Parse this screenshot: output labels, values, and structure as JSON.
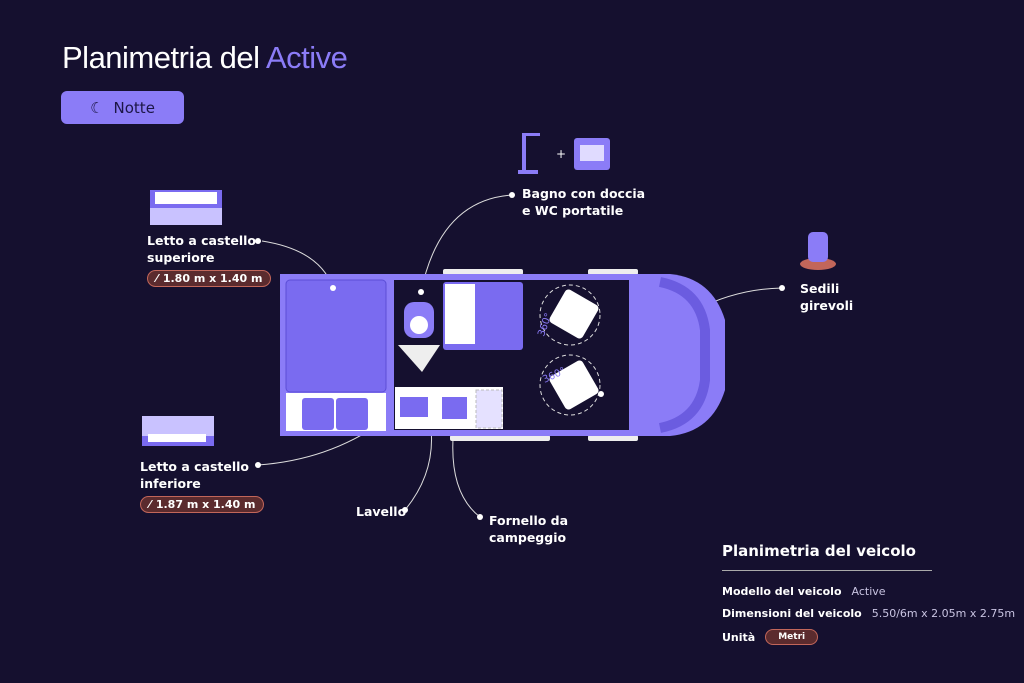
{
  "title": {
    "prefix": "Planimetria del",
    "model": "Active"
  },
  "mode_button": {
    "label": "Notte",
    "icon": "moon-icon"
  },
  "callouts": {
    "upper_bunk": {
      "label_1": "Letto a castello",
      "label_2": "superiore",
      "dimension": "1.80 m x 1.40 m"
    },
    "lower_bunk": {
      "label_1": "Letto a castello",
      "label_2": "inferiore",
      "dimension": "1.87 m x 1.40 m"
    },
    "bathroom": {
      "label_1": "Bagno con doccia",
      "label_2": "e WC portatile",
      "plus": "+"
    },
    "seats": {
      "label_1": "Sedili",
      "label_2": "girevoli"
    },
    "sink": {
      "label": "Lavello"
    },
    "stove": {
      "label_1": "Fornello da",
      "label_2": "campeggio"
    }
  },
  "plan": {
    "rotation_label": "360°"
  },
  "info": {
    "heading": "Planimetria del veicolo",
    "model_label": "Modello del veicolo",
    "model_value": "Active",
    "dims_label": "Dimensioni del veicolo",
    "dims_value": "5.50/6m x 2.05m x 2.75m",
    "unit_label": "Unità",
    "unit_value": "Metri"
  },
  "colors": {
    "background": "#15102f",
    "accent": "#8b7cf7",
    "badge": "#5b2b2e"
  }
}
